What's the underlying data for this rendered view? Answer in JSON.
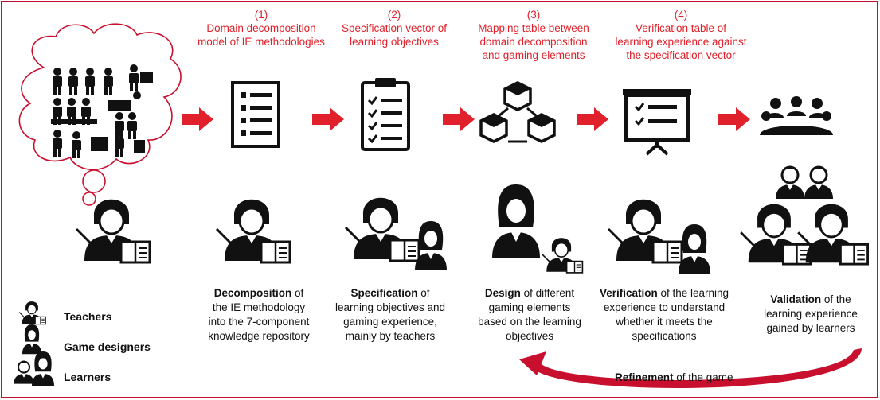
{
  "colors": {
    "accent": "#e0202a",
    "border": "#c8102e",
    "icon": "#111111"
  },
  "captions": [
    {
      "num": "(1)",
      "line1": "Domain decomposition",
      "line2": "model of IE methodologies",
      "line3": ""
    },
    {
      "num": "(2)",
      "line1": "Specification vector of",
      "line2": "learning objectives",
      "line3": ""
    },
    {
      "num": "(3)",
      "line1": "Mapping table between",
      "line2": "domain decomposition",
      "line3": "and gaming elements"
    },
    {
      "num": "(4)",
      "line1": "Verification table of",
      "line2": "learning experience against",
      "line3": "the specification vector"
    }
  ],
  "steps": [
    {
      "bold": "Decomposition",
      "rest1": " of",
      "line2": "the IE methodology",
      "line3": "into the 7-component",
      "line4": "knowledge repository"
    },
    {
      "bold": "Specification",
      "rest1": " of",
      "line2": "learning objectives and",
      "line3": "gaming experience,",
      "line4": "mainly by teachers"
    },
    {
      "bold": "Design",
      "rest1": " of different",
      "line2": "gaming elements",
      "line3": "based on the learning",
      "line4": "objectives"
    },
    {
      "bold": "Verification",
      "rest1": " of the learning",
      "line2": "experience to understand",
      "line3": "whether it meets the",
      "line4": "specifications"
    },
    {
      "bold": "Validation",
      "rest1": " of the",
      "line2": "learning experience",
      "line3": "gained by learners",
      "line4": ""
    }
  ],
  "legend": {
    "teachers": "Teachers",
    "designers": "Game designers",
    "learners": "Learners"
  },
  "refinement": {
    "bold": "Refinement",
    "rest": " of the game"
  },
  "icons": [
    "people-thought-cloud",
    "checklist-icon",
    "clipboard-checklist-icon",
    "cubes-network-icon",
    "presentation-board-icon",
    "meeting-group-icon",
    "teacher-icon",
    "game-designer-icon",
    "learner-icon",
    "right-arrow-icon",
    "curved-arrow-icon"
  ]
}
